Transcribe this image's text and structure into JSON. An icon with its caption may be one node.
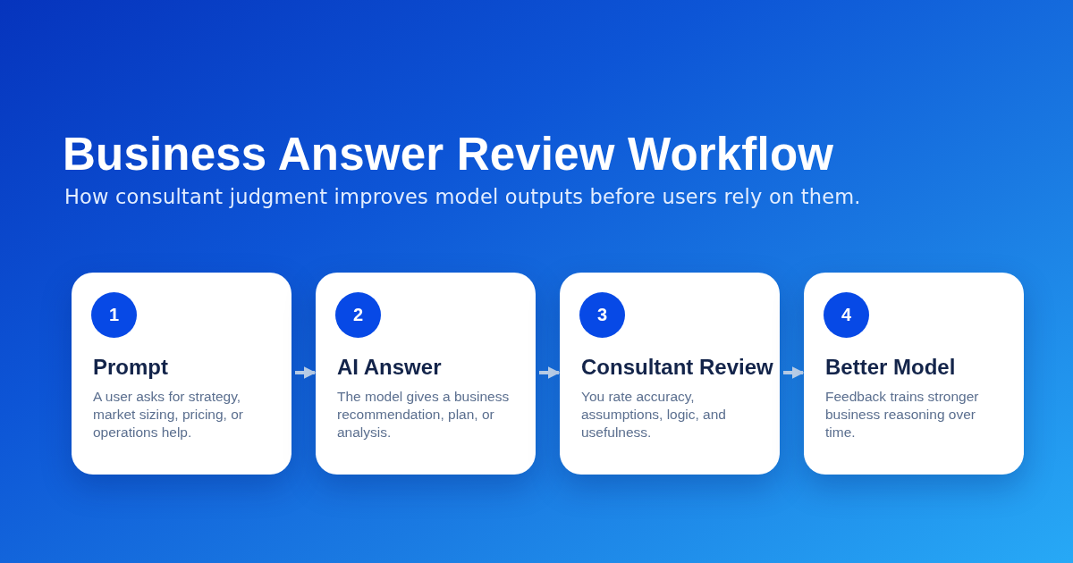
{
  "diagram": {
    "title": "Business Answer Review Workflow",
    "nodes": [
      {
        "text": [
          "Prompt",
          "A user asks for strategy, market sizing, pricing, or operations help."
        ]
      },
      {
        "text": [
          "1"
        ],
        "in": 0
      },
      {
        "text": [
          "AI Answer",
          "The model gives a business recommendation, plan, or analysis."
        ]
      },
      {
        "text": [
          "2"
        ],
        "in": 2
      },
      {
        "text": [
          "Consultant Review",
          "You rate accuracy, assumptions, logic, and usefulness."
        ]
      },
      {
        "text": [
          "3"
        ],
        "in": 4
      },
      {
        "text": [
          "Better Model",
          "Feedback trains stronger business reasoning over time."
        ]
      },
      {
        "text": [
          "4"
        ],
        "in": 6
      }
    ],
    "edges": [
      {
        "from": 0,
        "to": 2,
        "arrow": "to"
      },
      {
        "from": 2,
        "to": 4,
        "arrow": "to"
      },
      {
        "from": 4,
        "to": 6,
        "arrow": "to"
      }
    ],
    "labels": [
      "How consultant judgment improves model outputs before users rely on them."
    ]
  }
}
